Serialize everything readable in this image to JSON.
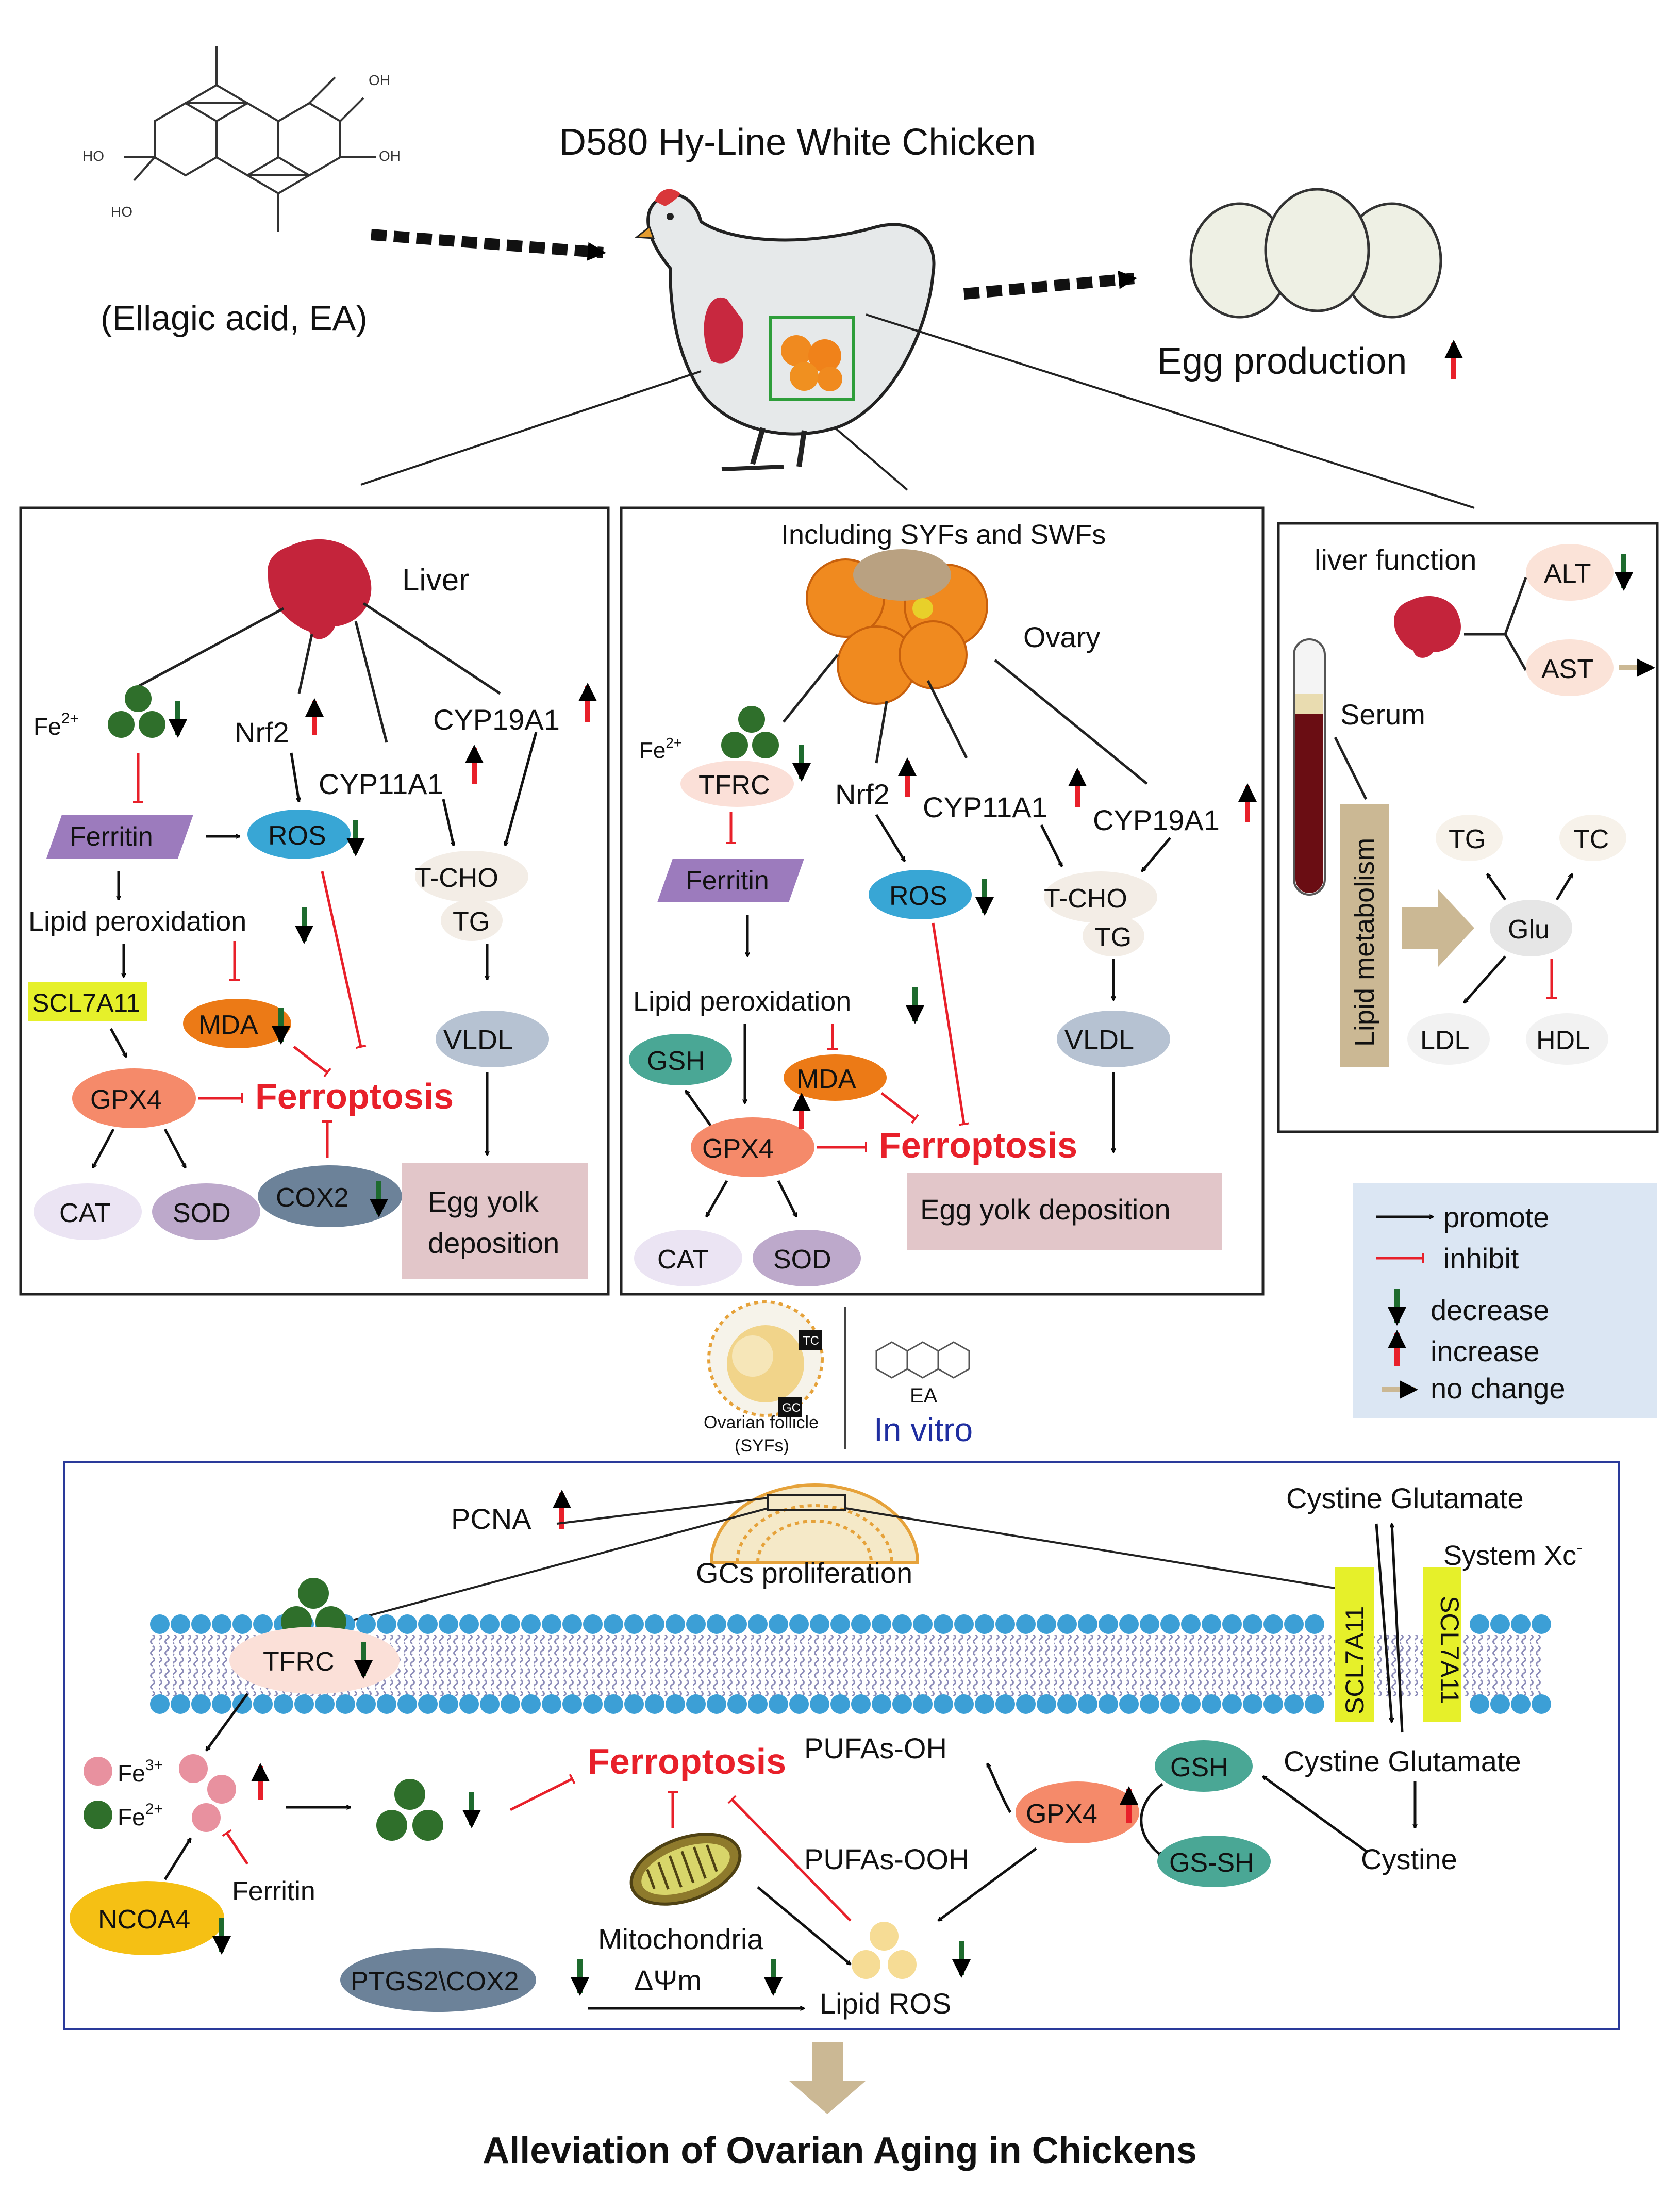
{
  "top": {
    "compound_label": "(Ellagic acid, EA)",
    "oh_label": "OH",
    "ho_label": "HO",
    "animal_title": "D580  Hy-Line White Chicken",
    "egg_production": "Egg production"
  },
  "liver_panel": {
    "organ": "Liver",
    "fe": "Fe",
    "fe_sup": "2+",
    "nrf2": "Nrf2",
    "cyp11a1": "CYP11A1",
    "cyp19a1": "CYP19A1",
    "ferritin": "Ferritin",
    "ros": "ROS",
    "tcho": "T-CHO",
    "tg": "TG",
    "lipid_peroxidation": "Lipid peroxidation",
    "scl7a11": "SCL7A11",
    "mda": "MDA",
    "vldl": "VLDL",
    "gpx4": "GPX4",
    "ferroptosis": "Ferroptosis",
    "cat": "CAT",
    "sod": "SOD",
    "cox2": "COX2",
    "yolk_line1": "Egg yolk",
    "yolk_line2": "deposition"
  },
  "ovary_panel": {
    "header": "Including SYFs and SWFs",
    "organ": "Ovary",
    "fe": "Fe",
    "fe_sup": "2+",
    "tfrc": "TFRC",
    "nrf2": "Nrf2",
    "cyp11a1": "CYP11A1",
    "cyp19a1": "CYP19A1",
    "ferritin": "Ferritin",
    "ros": "ROS",
    "tcho": "T-CHO",
    "tg": "TG",
    "lipid_peroxidation": "Lipid peroxidation",
    "vldl": "VLDL",
    "gsh": "GSH",
    "mda": "MDA",
    "gpx4": "GPX4",
    "ferroptosis": "Ferroptosis",
    "cat": "CAT",
    "sod": "SOD",
    "yolk": "Egg yolk deposition"
  },
  "serum_panel": {
    "liver_function": "liver function",
    "alt": "ALT",
    "ast": "AST",
    "serum": "Serum",
    "lipid_metabolism": "Lipid metabolism",
    "tg": "TG",
    "tc": "TC",
    "glu": "Glu",
    "ldl": "LDL",
    "hdl": "HDL"
  },
  "legend": {
    "promote": "promote",
    "inhibit": "inhibit",
    "decrease": "decrease",
    "increase": "increase",
    "no_change": "no change"
  },
  "invitro": {
    "follicle_line1": "Ovarian follicle",
    "follicle_line2": "(SYFs)",
    "tc": "TC",
    "gc": "GC",
    "ea": "EA",
    "title": "In vitro"
  },
  "cell_panel": {
    "pcna": "PCNA",
    "gcs": "GCs proliferation",
    "cystine_glutamate_top": "Cystine Glutamate",
    "system_xc": "System Xc",
    "system_xc_sup": "-",
    "scl7a11": "SCL7A11",
    "tfrc": "TFRC",
    "fe3": "Fe",
    "fe3_sup": "3+",
    "fe2": "Fe",
    "fe2_sup": "2+",
    "ferroptosis": "Ferroptosis",
    "pufas_oh": "PUFAs-OH",
    "gsh": "GSH",
    "cystine_glutamate_bottom": "Cystine Glutamate",
    "gpx4": "GPX4",
    "ncoa4": "NCOA4",
    "ferritin": "Ferritin",
    "pufas_ooh": "PUFAs-OOH",
    "gs_sh": "GS-SH",
    "cystine": "Cystine",
    "mitochondria": "Mitochondria",
    "delta_psi": "ΔΨm",
    "ptgs2": "PTGS2\\COX2",
    "lipid_ros": "Lipid ROS"
  },
  "conclusion": "Alleviation of Ovarian Aging in Chickens",
  "colors": {
    "arrow_promote": "#000000",
    "arrow_inhibit": "#e8202a",
    "decrease": "#1e6b2e",
    "increase": "#e8202a",
    "no_change": "#cbb894",
    "ferroptosis_text": "#e8202a",
    "legend_bg": "#dbe6f3",
    "yolk_box": "#e2c6c9",
    "scl7a11_box": "#e6f02a",
    "membrane": "#3c9fd6",
    "iron_dot": "#2f6f2b"
  }
}
